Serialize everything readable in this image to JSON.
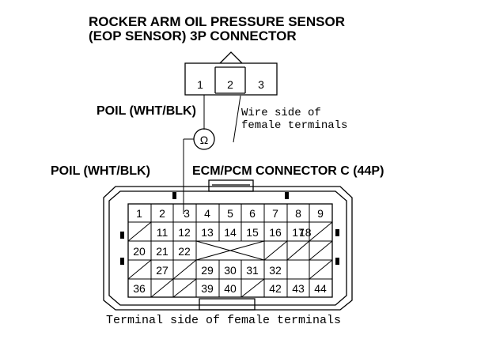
{
  "title": {
    "line1": "ROCKER ARM OIL PRESSURE SENSOR",
    "line2": "(EOP SENSOR) 3P CONNECTOR"
  },
  "sensor_connector": {
    "pins": [
      "1",
      "2",
      "3"
    ],
    "note_line1": "Wire side of",
    "note_line2": "female terminals"
  },
  "wire_labels": {
    "upper": "POIL (WHT/BLK)",
    "lower": "POIL (WHT/BLK)"
  },
  "meter_symbol": "Ω",
  "ecm_connector": {
    "title": "ECM/PCM CONNECTOR C (44P)",
    "row1": [
      "1",
      "2",
      "3",
      "4",
      "5",
      "6",
      "7",
      "8",
      "9"
    ],
    "row2": [
      "11",
      "12",
      "13",
      "14",
      "15",
      "16",
      "17",
      "18"
    ],
    "row3": [
      "20",
      "21",
      "22"
    ],
    "row4": [
      "27",
      "29",
      "30",
      "31",
      "32"
    ],
    "row5": [
      "36",
      "39",
      "40",
      "42",
      "43",
      "44"
    ],
    "note": "Terminal side of female terminals"
  }
}
